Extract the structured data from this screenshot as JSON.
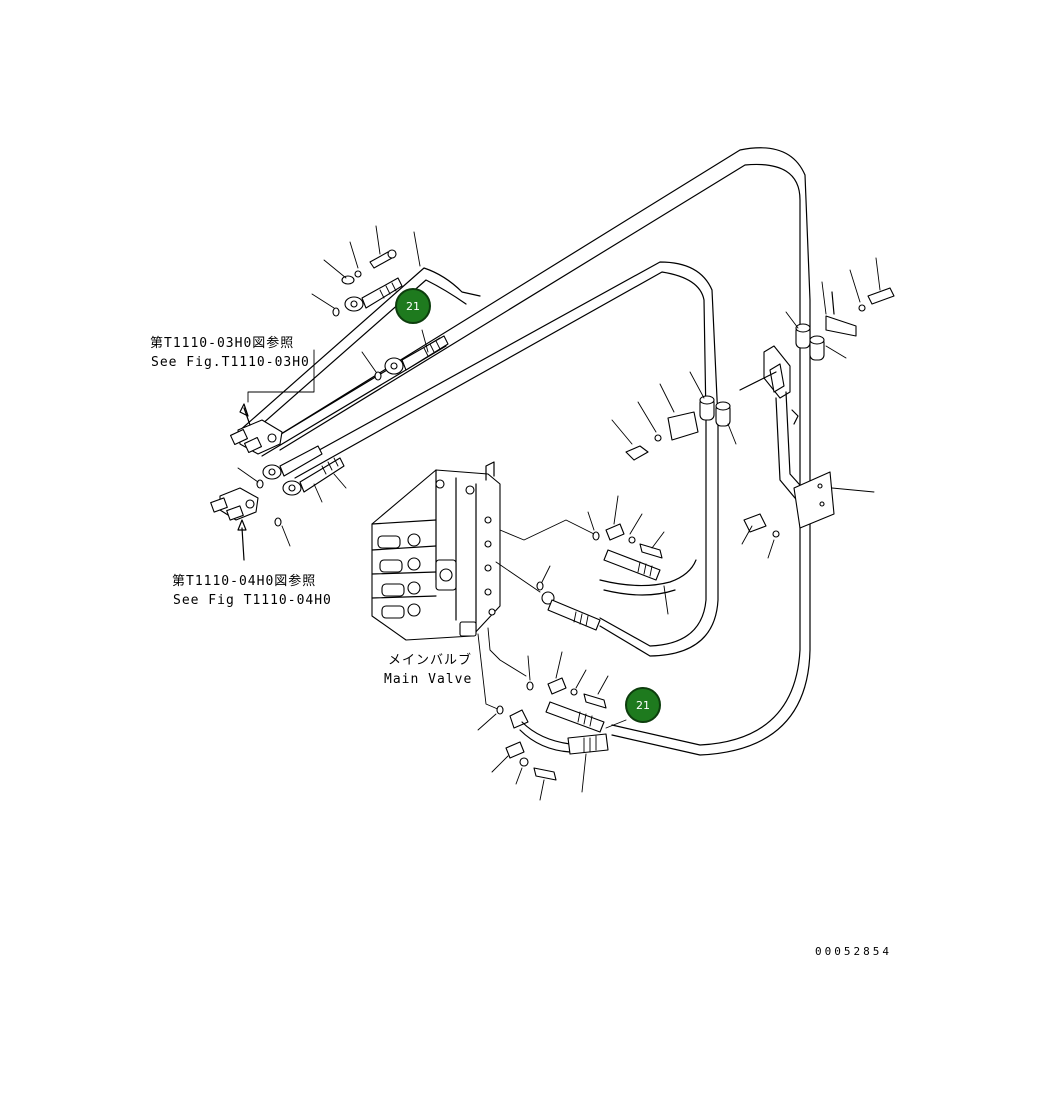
{
  "diagram": {
    "callouts": [
      {
        "number": "21"
      },
      {
        "number": "21"
      }
    ],
    "ref_upper": {
      "jp": "第T1110-03H0図参照",
      "en": "See Fig.T1110-03H0"
    },
    "ref_lower": {
      "jp": "第T1110-04H0図参照",
      "en": "See Fig T1110-04H0"
    },
    "main_valve": {
      "jp": "メインバルブ",
      "en": "Main Valve"
    },
    "document_number": "00052854",
    "colors": {
      "callout_fill": "#1e7a1e",
      "line": "#000000",
      "background": "#ffffff"
    }
  }
}
